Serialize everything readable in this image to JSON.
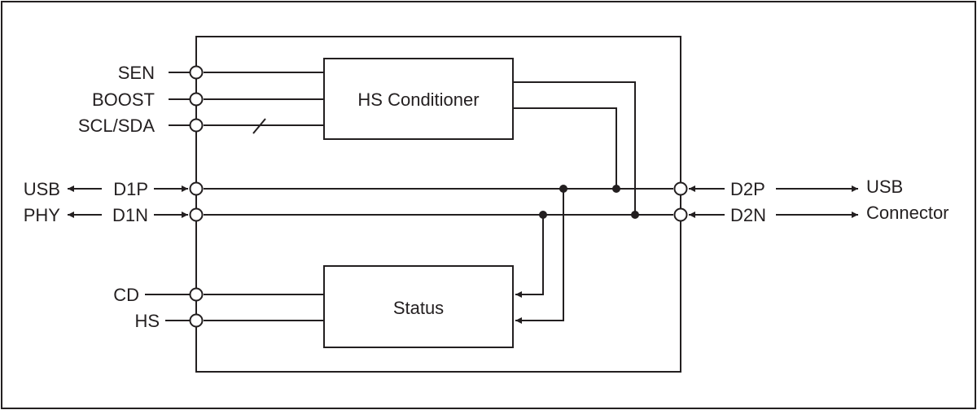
{
  "blocks": {
    "hs_conditioner": "HS Conditioner",
    "status": "Status"
  },
  "left_pins": {
    "sen": "SEN",
    "boost": "BOOST",
    "scl_sda": "SCL/SDA",
    "d1p": "D1P",
    "d1n": "D1N",
    "cd": "CD",
    "hs": "HS"
  },
  "right_pins": {
    "d2p": "D2P",
    "d2n": "D2N"
  },
  "external": {
    "left_line1": "USB",
    "left_line2": "PHY",
    "right_line1": "USB",
    "right_line2": "Connector"
  },
  "colors": {
    "ink": "#231f20",
    "background": "#ffffff"
  }
}
